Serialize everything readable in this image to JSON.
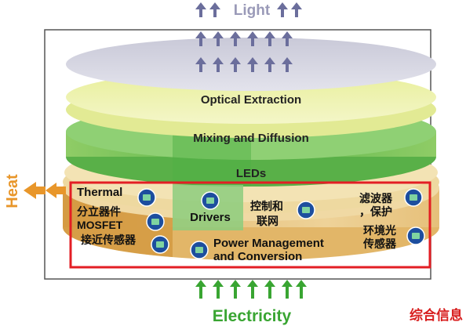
{
  "top_label": "Light",
  "bottom_label": "Electricity",
  "side_label": "Heat",
  "watermark": "综合信息",
  "layers": {
    "optical": "Optical Extraction",
    "mixing": "Mixing and Diffusion",
    "leds": "LEDs"
  },
  "components": {
    "thermal": "Thermal",
    "discrete_line1": "分立器件",
    "discrete_line2": "MOSFET",
    "proximity_sensor": "接近传感器",
    "drivers": "Drivers",
    "control_line1": "控制和",
    "control_line2": "联网",
    "power_line1": "Power Management",
    "power_line2": "and Conversion",
    "filter_line1": "滤波器",
    "filter_line2": "，保护",
    "ambient_line1": "环境光",
    "ambient_line2": "传感器"
  },
  "colors": {
    "light_arrows": "#6b6e9c",
    "electricity": "#39a532",
    "heat": "#e8962a",
    "highlight_box": "#e31e24",
    "watermark": "#d81e1e",
    "badge": "#1d4e9e"
  }
}
